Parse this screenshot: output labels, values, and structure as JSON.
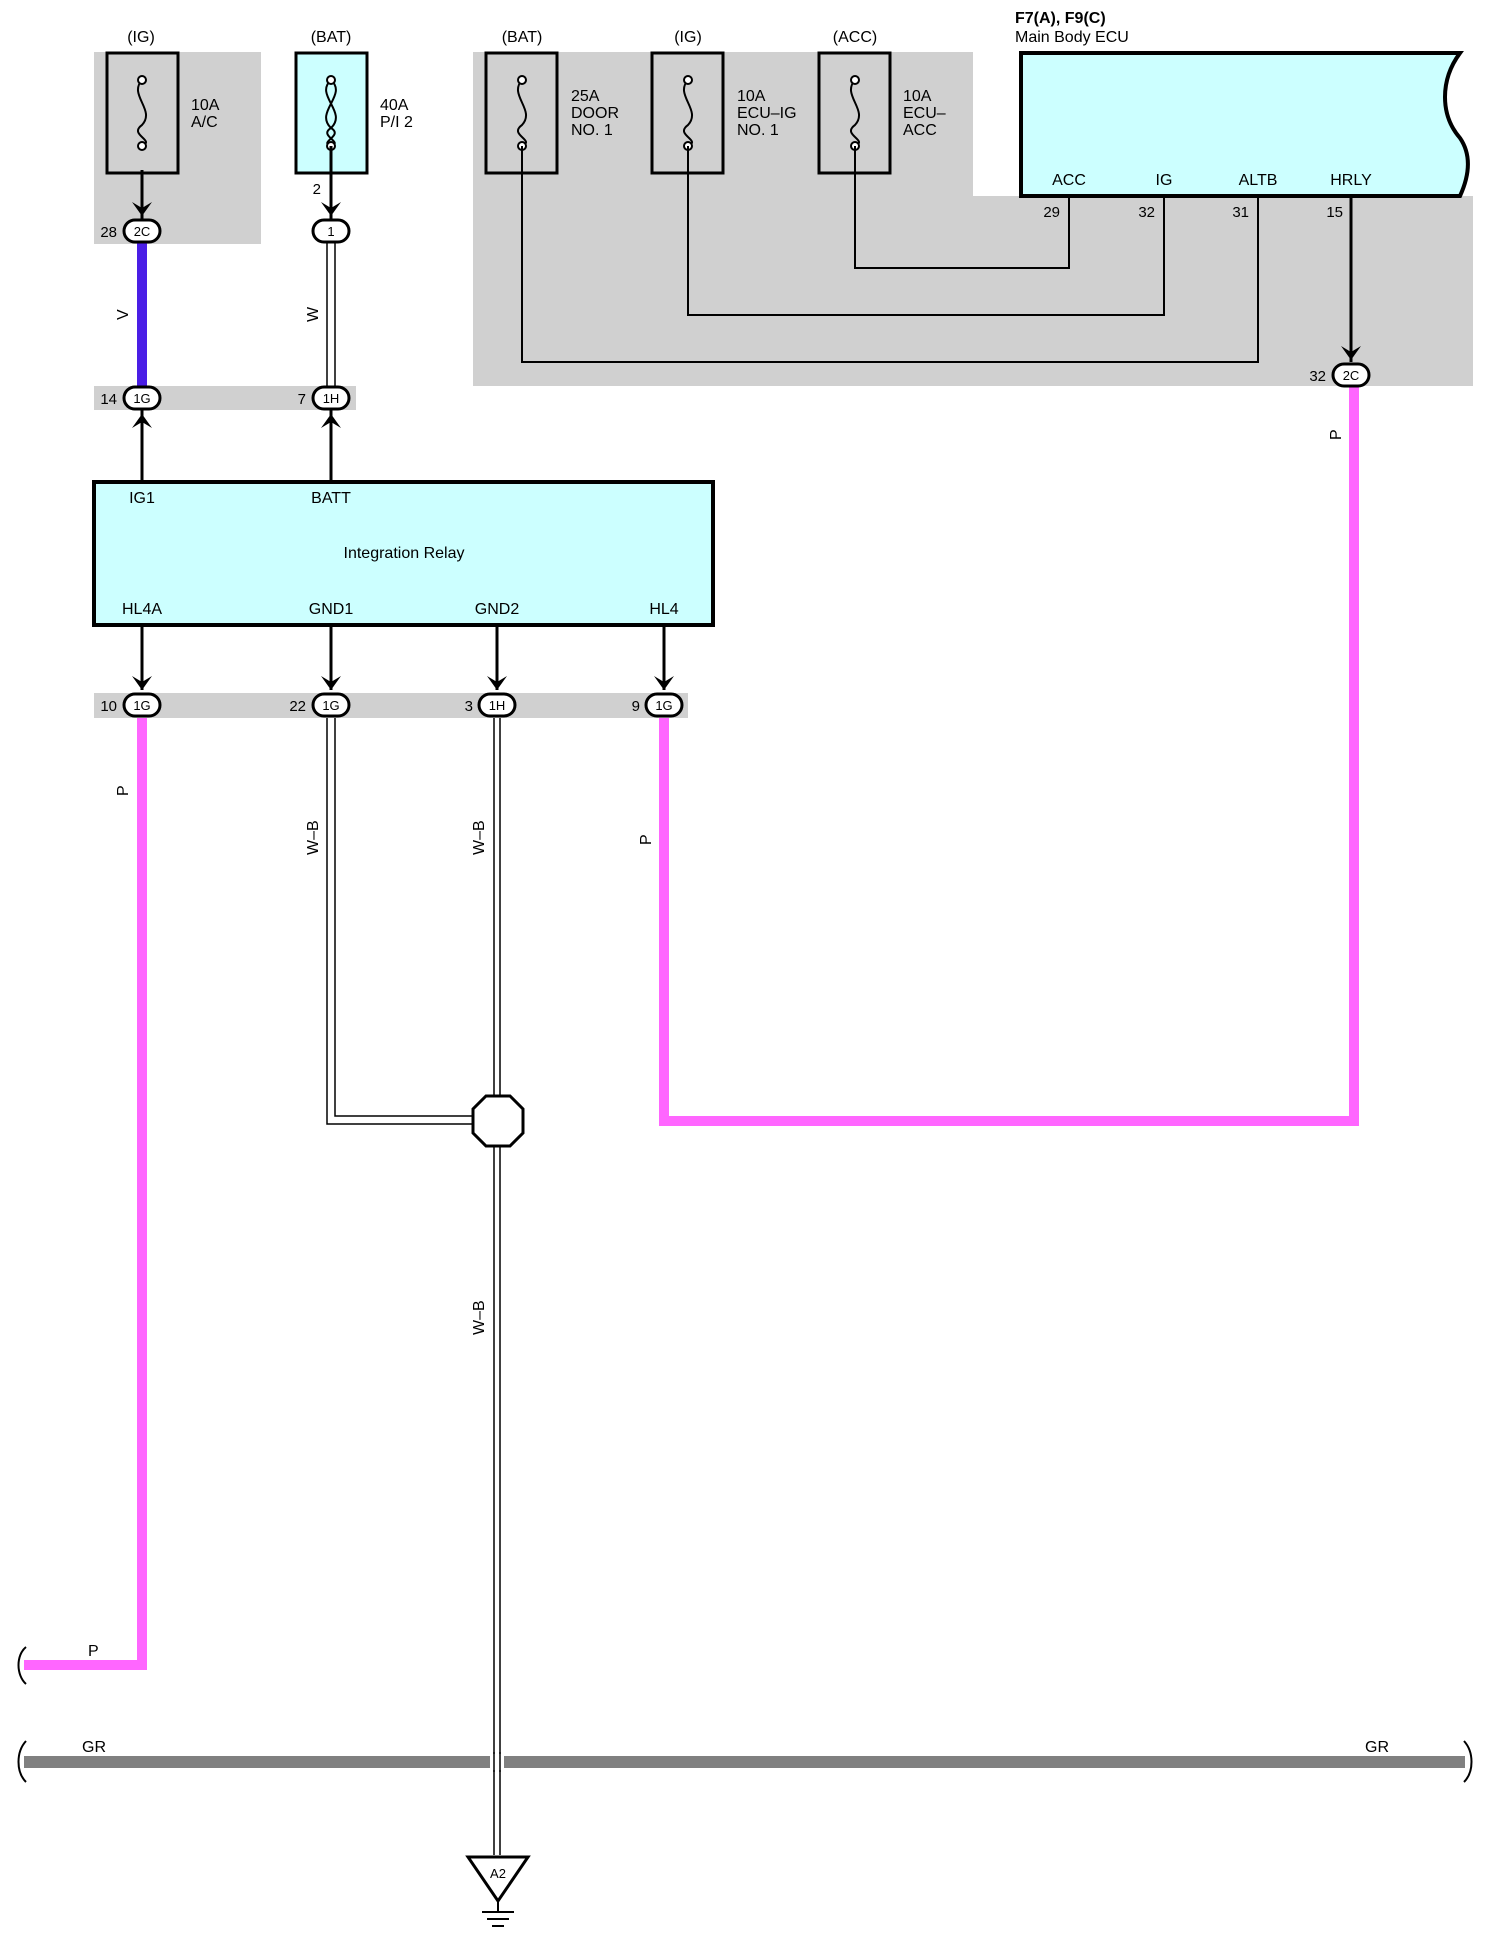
{
  "colors": {
    "shade": "#d0d0d0",
    "box_fill": "#ccffff",
    "wire_violet": "#4a1ee6",
    "wire_pink": "#ff66ff",
    "wire_gray": "#808080"
  },
  "fuses": [
    {
      "id": "fuse-ac",
      "source": "(IG)",
      "rating": "10A",
      "name1": "A/C",
      "name2": "",
      "name3": "",
      "type": "fuse"
    },
    {
      "id": "fuse-pi2",
      "source": "(BAT)",
      "rating": "40A",
      "name1": "P/I 2",
      "name2": "",
      "name3": "",
      "type": "fusible-link"
    },
    {
      "id": "fuse-door",
      "source": "(BAT)",
      "rating": "25A",
      "name1": "DOOR",
      "name2": "NO. 1",
      "name3": "",
      "type": "fuse"
    },
    {
      "id": "fuse-ecu-ig",
      "source": "(IG)",
      "rating": "10A",
      "name1": "ECU–IG",
      "name2": "NO. 1",
      "name3": "",
      "type": "fuse"
    },
    {
      "id": "fuse-ecu-acc",
      "source": "(ACC)",
      "rating": "10A",
      "name1": "ECU–",
      "name2": "ACC",
      "name3": "",
      "type": "fuse"
    }
  ],
  "ecu": {
    "code": "F7(A), F9(C)",
    "name": "Main Body ECU",
    "pins": [
      {
        "label": "ACC",
        "number": "29"
      },
      {
        "label": "IG",
        "number": "32"
      },
      {
        "label": "ALTB",
        "number": "31"
      },
      {
        "label": "HRLY",
        "number": "15"
      }
    ]
  },
  "relay": {
    "name": "Integration Relay",
    "top_pins": [
      "IG1",
      "BATT"
    ],
    "bottom_pins": [
      "HL4A",
      "GND1",
      "GND2",
      "HL4"
    ]
  },
  "connectors": [
    {
      "pin": "28",
      "code": "2C"
    },
    {
      "pin": "2",
      "code": "1"
    },
    {
      "pin": "14",
      "code": "1G"
    },
    {
      "pin": "7",
      "code": "1H"
    },
    {
      "pin": "32",
      "code": "2C"
    },
    {
      "pin": "10",
      "code": "1G"
    },
    {
      "pin": "22",
      "code": "1G"
    },
    {
      "pin": "3",
      "code": "1H"
    },
    {
      "pin": "9",
      "code": "1G"
    }
  ],
  "wires": {
    "violet": "V",
    "white": "W",
    "pink": "P",
    "white_black": "W–B",
    "gray": "GR"
  },
  "ground": {
    "code": "A2"
  }
}
